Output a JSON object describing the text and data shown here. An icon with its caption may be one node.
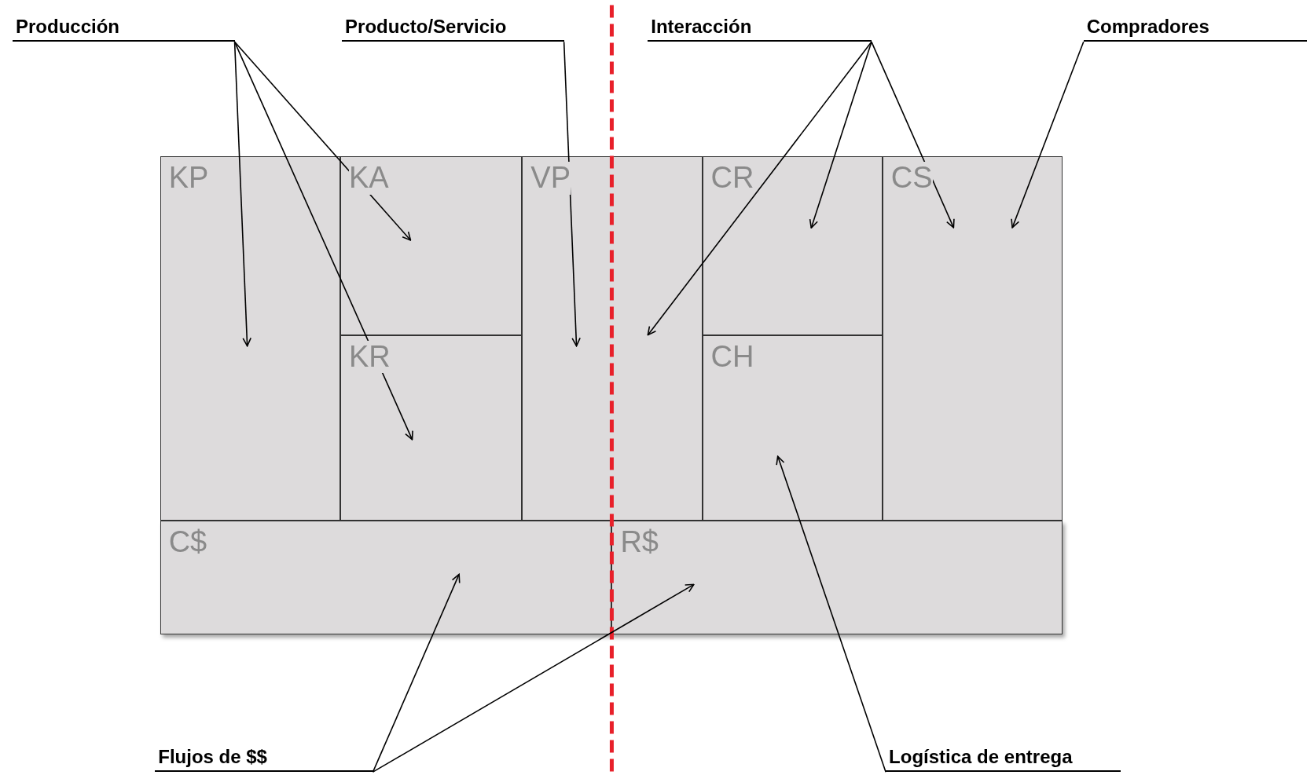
{
  "diagram": {
    "nodes": [
      {
        "text": [
          "Producción"
        ]
      },
      {
        "text": [
          "Producto/Servicio"
        ]
      },
      {
        "text": [
          "Interacción"
        ]
      },
      {
        "text": [
          "Compradores"
        ]
      },
      {
        "text": [
          "KP"
        ]
      },
      {
        "text": [
          "KA"
        ]
      },
      {
        "text": [
          "KR"
        ]
      },
      {
        "text": [
          "VP"
        ]
      },
      {
        "text": [
          "CR"
        ]
      },
      {
        "text": [
          "CH"
        ]
      },
      {
        "text": [
          "CS"
        ]
      },
      {
        "text": [
          "C$"
        ]
      },
      {
        "text": [
          "R$"
        ]
      },
      {
        "text": [
          "Flujos de $$"
        ]
      },
      {
        "text": [
          "Logística de entrega"
        ]
      }
    ],
    "edges": [
      {
        "from": 0,
        "to": 4,
        "arrow": "to"
      },
      {
        "from": 0,
        "to": 5,
        "arrow": "to"
      },
      {
        "from": 0,
        "to": 6,
        "arrow": "to"
      },
      {
        "from": 1,
        "to": 7,
        "arrow": "to"
      },
      {
        "from": 2,
        "to": 7,
        "arrow": "to"
      },
      {
        "from": 2,
        "to": 8,
        "arrow": "to"
      },
      {
        "from": 2,
        "to": 10,
        "arrow": "to"
      },
      {
        "from": 3,
        "to": 10,
        "arrow": "to"
      },
      {
        "from": 13,
        "to": 11,
        "arrow": "to"
      },
      {
        "from": 13,
        "to": 12,
        "arrow": "to"
      },
      {
        "from": 14,
        "to": 9,
        "arrow": "to"
      }
    ]
  }
}
